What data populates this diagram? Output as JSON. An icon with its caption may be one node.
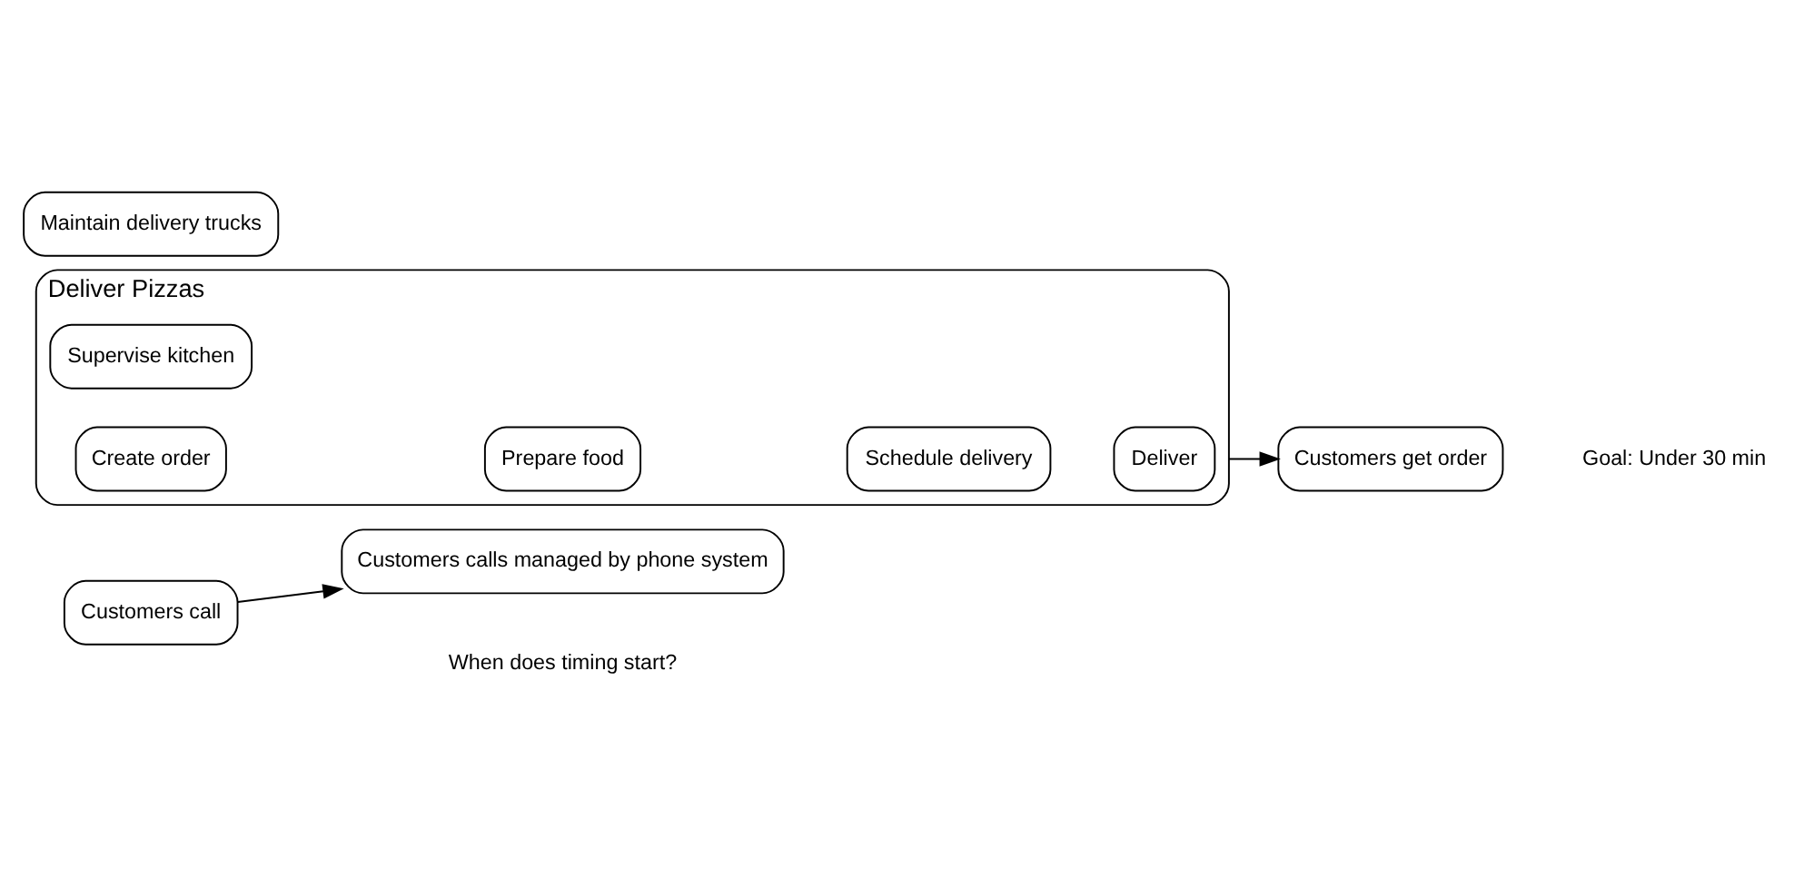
{
  "diagram": {
    "nodes": [
      {
        "text": [
          "Customers call"
        ]
      },
      {
        "text": [
          "Deliver Pizzas"
        ]
      },
      {
        "text": [
          "Customers calls managed by phone system"
        ]
      },
      {
        "text": [
          "Supervise kitchen"
        ],
        "in": 1
      },
      {
        "text": [
          "Create order"
        ],
        "in": 1
      },
      {
        "text": [
          "Prepare food"
        ],
        "in": 1
      },
      {
        "text": [
          "Schedule delivery"
        ],
        "in": 1
      },
      {
        "text": [
          "Deliver"
        ],
        "in": 1
      },
      {
        "text": [
          "Maintain delivery trucks"
        ]
      },
      {
        "text": [
          "Customers get order"
        ]
      }
    ],
    "edges": [
      {
        "from": 0,
        "to": 2,
        "arrow": "to"
      },
      {
        "from": 1,
        "to": 9,
        "arrow": "to"
      }
    ],
    "labels": [
      "When does timing start?",
      "Goal: Under 30 min"
    ]
  }
}
